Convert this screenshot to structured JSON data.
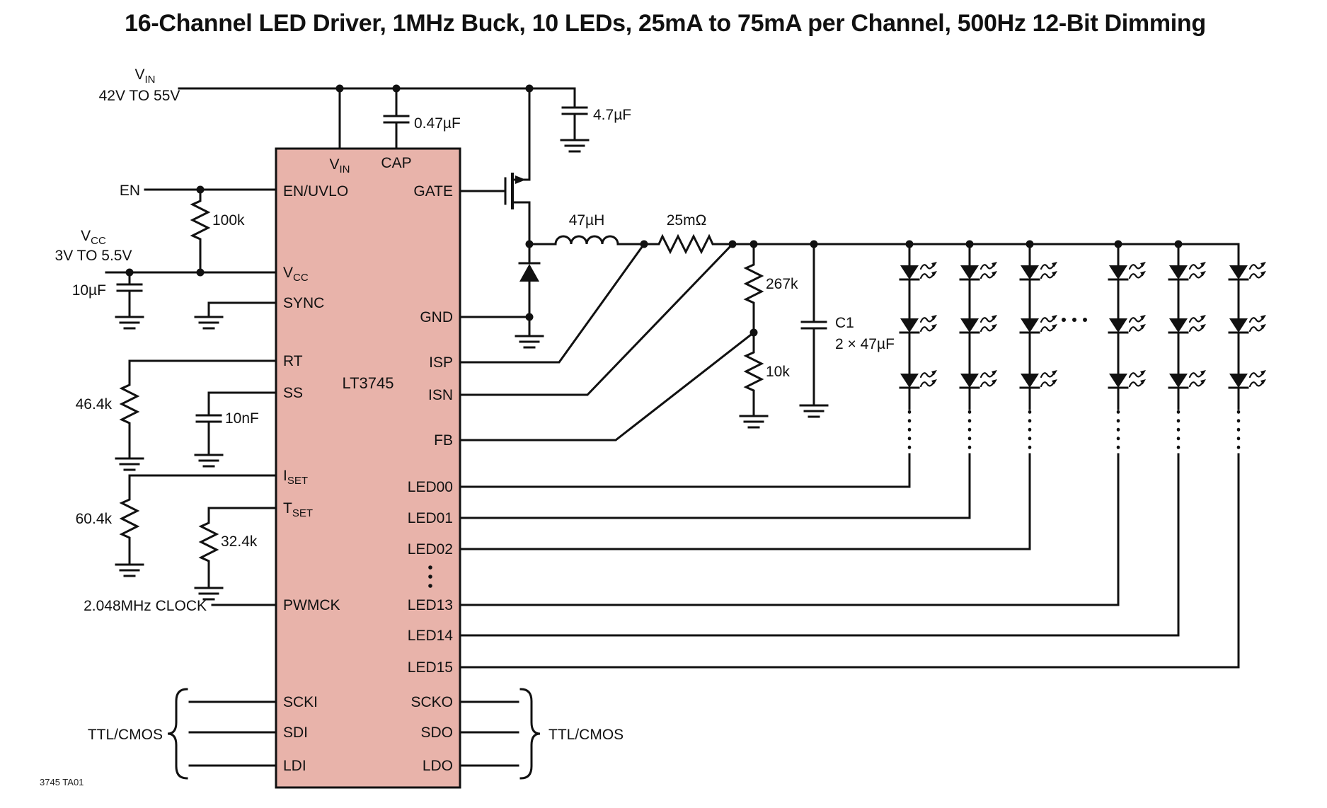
{
  "title": "16-Channel LED Driver, 1MHz Buck, 10 LEDs, 25mA to 75mA per Channel, 500Hz 12-Bit Dimming",
  "footnote": "3745 TA01",
  "labels": {
    "vin_sym": "V",
    "vin_sub": "IN",
    "vin_range": "42V TO 55V",
    "vcc_sym": "V",
    "vcc_sub": "CC",
    "vcc_range": "3V TO 5.5V",
    "en": "EN",
    "clock": "2.048MHz CLOCK",
    "ttl_left": "TTL/CMOS",
    "ttl_right": "TTL/CMOS",
    "c_cap": "0.47µF",
    "c_vin": "4.7µF",
    "r_en": "100k",
    "c_vcc": "10µF",
    "r_rt": "46.4k",
    "c_ss": "10nF",
    "r_iset": "60.4k",
    "r_tset": "32.4k",
    "l_buck": "47µH",
    "r_sense": "25mΩ",
    "r_fb_top": "267k",
    "r_fb_bot": "10k",
    "c1_ref": "C1",
    "c1_val": "2 × 47µF"
  },
  "ic": {
    "part": "LT3745",
    "pins": {
      "vin_sym": "V",
      "vin_sub": "IN",
      "cap": "CAP",
      "en_uvlo": "EN/UVLO",
      "gate": "GATE",
      "vcc_sym": "V",
      "vcc_sub": "CC",
      "sync": "SYNC",
      "gnd": "GND",
      "rt": "RT",
      "isp": "ISP",
      "ss": "SS",
      "isn": "ISN",
      "fb": "FB",
      "iset_sym": "I",
      "iset_sub": "SET",
      "tset_sym": "T",
      "tset_sub": "SET",
      "led00": "LED00",
      "led01": "LED01",
      "led02": "LED02",
      "led13": "LED13",
      "led14": "LED14",
      "led15": "LED15",
      "pwmck": "PWMCK",
      "scki": "SCKI",
      "sdi": "SDI",
      "ldi": "LDI",
      "scko": "SCKO",
      "sdo": "SDO",
      "ldo": "LDO"
    }
  }
}
